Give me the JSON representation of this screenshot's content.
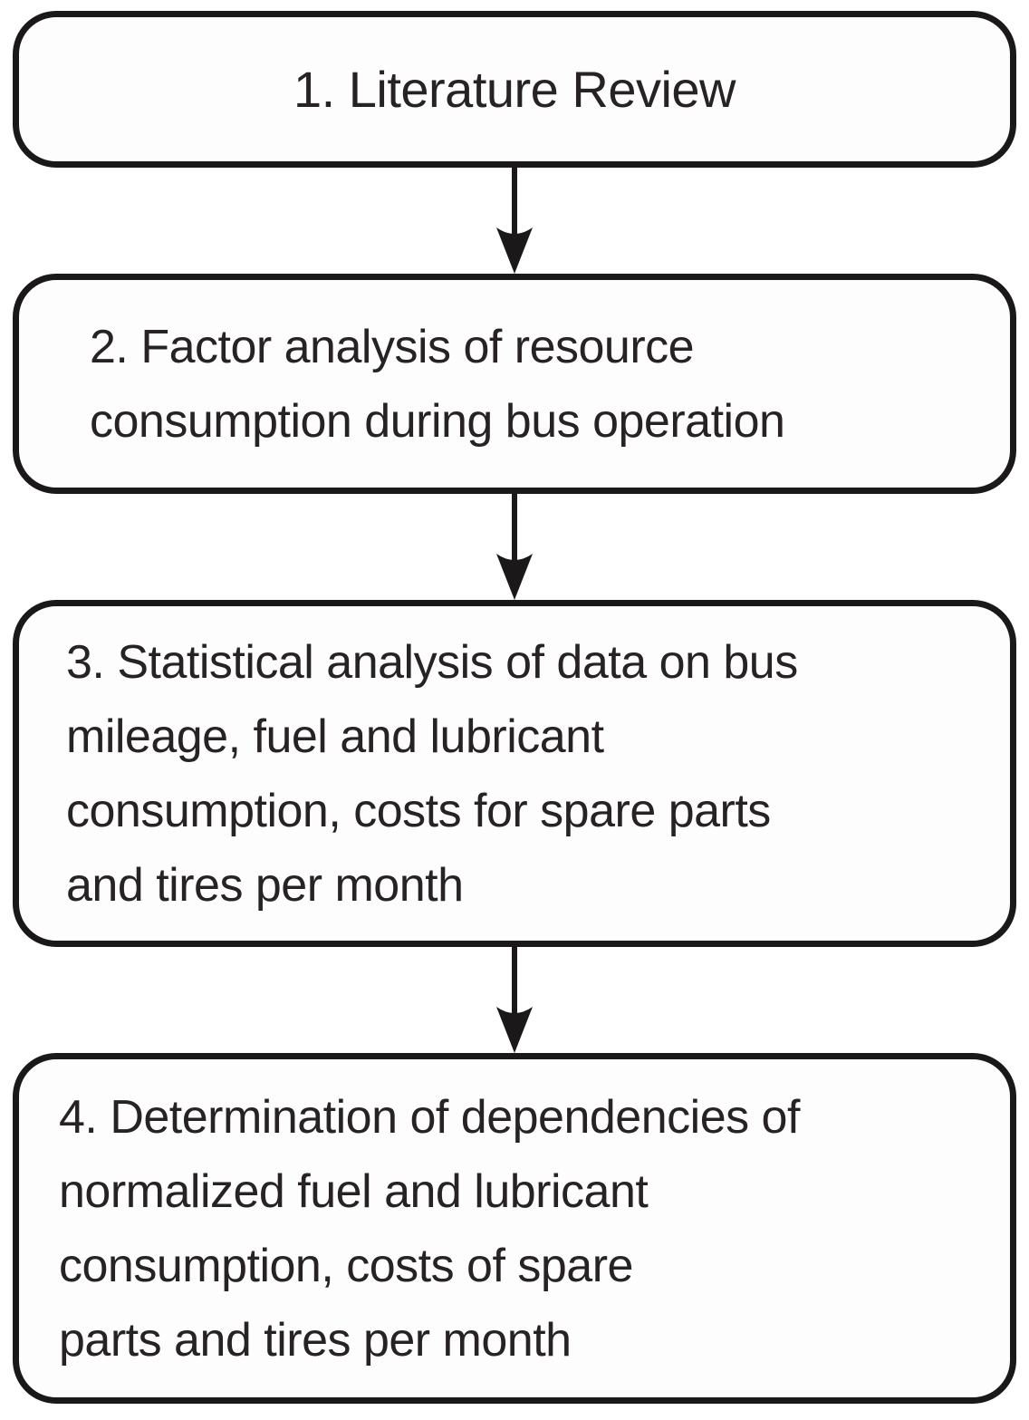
{
  "diagram": {
    "type": "flowchart",
    "flow_direction": "down",
    "background_color": "#ffffff",
    "box_fill_color": "#fdfdfd",
    "box_border_color": "#1b181a",
    "text_color": "#272224",
    "steps": [
      {
        "id": "1",
        "label": "1. Literature Review"
      },
      {
        "id": "2",
        "label": "2. Factor analysis of resource\nconsumption during bus operation"
      },
      {
        "id": "3",
        "label": "3. Statistical analysis of data on bus\nmileage, fuel and lubricant\nconsumption, costs for spare parts\nand tires per month"
      },
      {
        "id": "4",
        "label": "4. Determination of dependencies of\nnormalized fuel and lubricant\nconsumption, costs of spare\nparts and tires per month"
      }
    ],
    "connectors": [
      {
        "from": "1",
        "to": "2",
        "style": "down-arrow"
      },
      {
        "from": "2",
        "to": "3",
        "style": "down-arrow"
      },
      {
        "from": "3",
        "to": "4",
        "style": "down-arrow"
      }
    ]
  }
}
